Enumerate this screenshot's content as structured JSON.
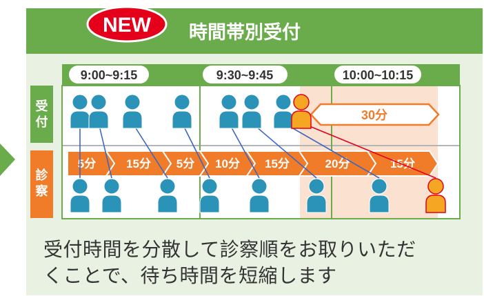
{
  "header": {
    "badge": "NEW",
    "title": "時間帯別受付"
  },
  "slots": [
    "9:00~9:15",
    "9:30~9:45",
    "10:00~10:15"
  ],
  "rows": {
    "reception": "受付",
    "exam": "診察"
  },
  "wait_label": "30分",
  "durations": [
    "5分",
    "15分",
    "5分",
    "10分",
    "15分",
    "20分",
    "15分"
  ],
  "caption": {
    "line1": "受付時間を分散して診察順をお取りいただ",
    "line2": "くことで、待ち時間を短縮します"
  },
  "colors": {
    "green": "#6aab4b",
    "light_green": "#e8f1e2",
    "badge_red": "#e4001a",
    "orange": "#f07c2a",
    "peach": "#fbe1cf",
    "person_blue": "#2b93b7",
    "person_yellow": "#f5a623",
    "line_blue": "#3c66c0",
    "line_red": "#e4001a"
  }
}
